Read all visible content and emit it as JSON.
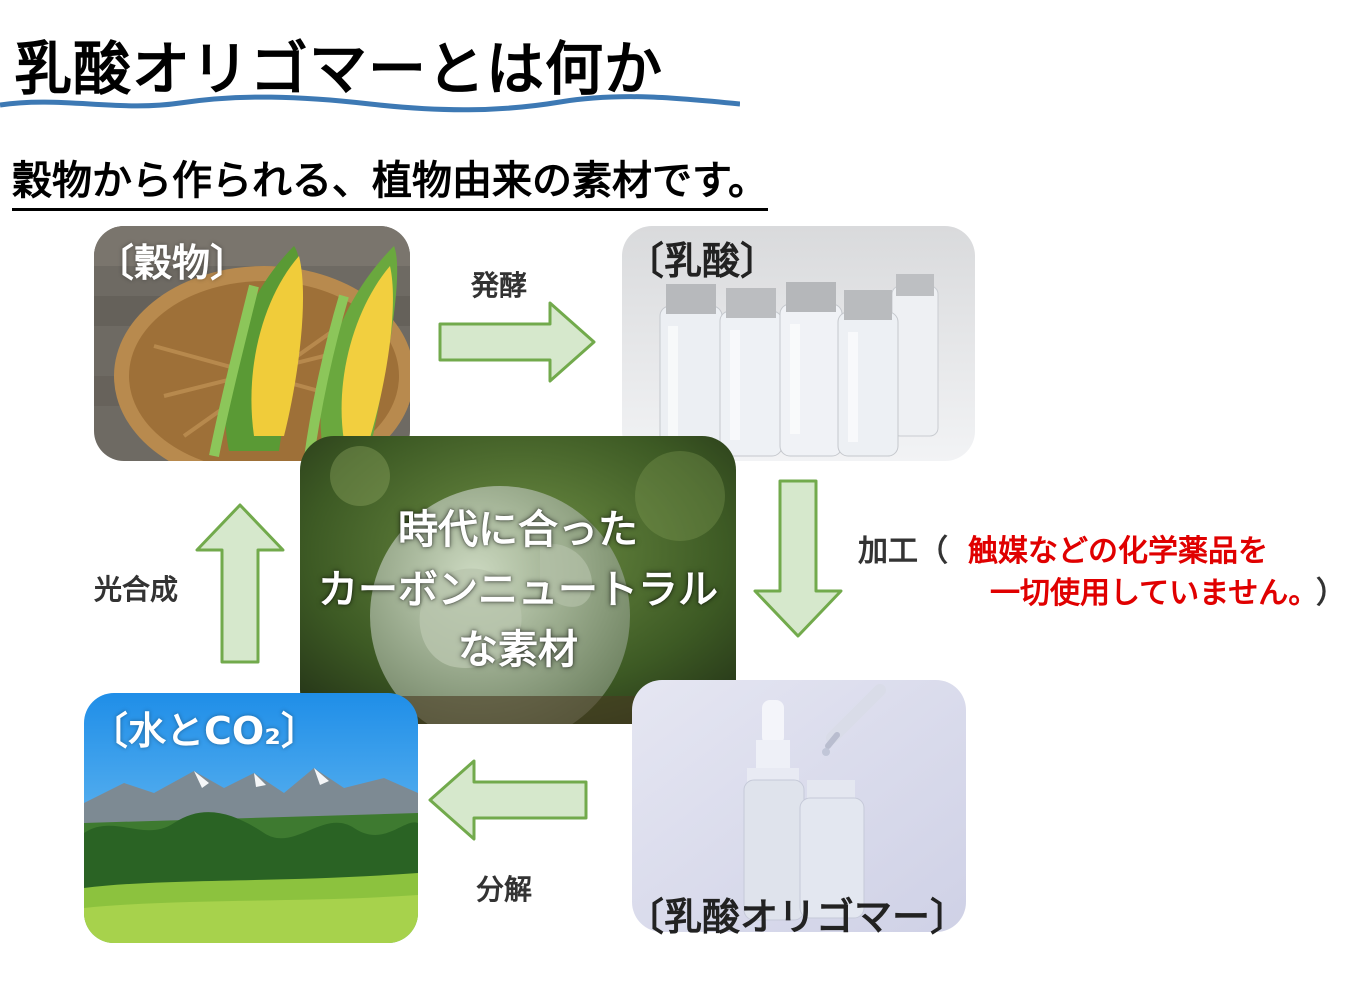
{
  "title": "乳酸オリゴマーとは何か",
  "subtitle": "穀物から作られる、植物由来の素材です。",
  "cycle": {
    "grain_label": "〔穀物〕",
    "lactic_acid_label": "〔乳酸〕",
    "oligomer_label": "〔乳酸オリゴマー〕",
    "water_co2_label": "〔水とCO₂〕",
    "step_fermentation": "発酵",
    "step_processing": "加工（",
    "processing_note_line1": "触媒などの化学薬品を",
    "processing_note_line2": "一切使用していません。",
    "processing_note_close": "）",
    "step_decomposition": "分解",
    "step_photosynthesis": "光合成"
  },
  "center": {
    "line1": "時代に合った",
    "line2": "カーボンニュートラル",
    "line3": "な素材"
  },
  "colors": {
    "arrow_fill": "#d6e8cc",
    "arrow_stroke": "#72aa4c",
    "wave_underline": "#3d79b4",
    "note_red": "#e00000"
  }
}
